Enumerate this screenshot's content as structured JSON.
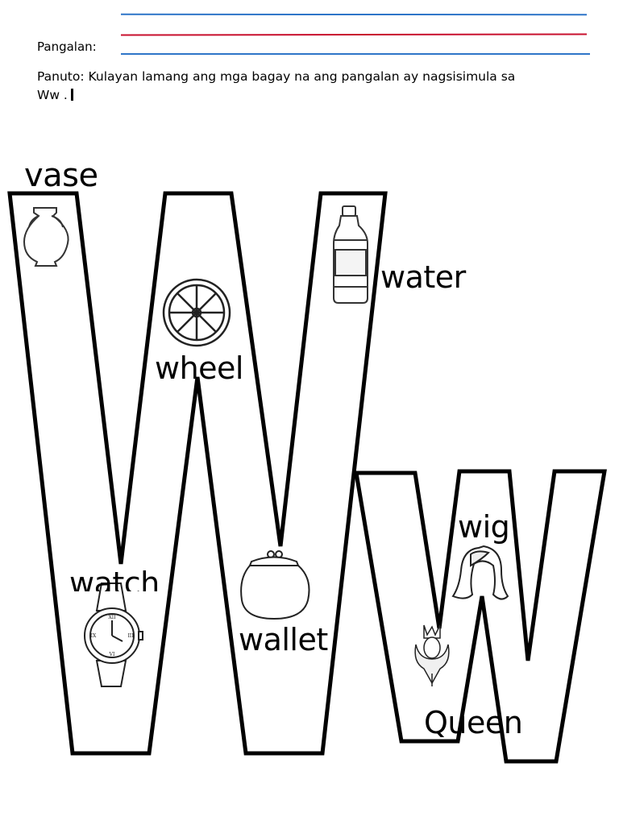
{
  "header": {
    "name_label": "Pangalan:",
    "instruction_line1": "Panuto: Kulayan lamang ang mga bagay na ang pangalan ay nagsisimula sa",
    "instruction_line2": "Ww ."
  },
  "rule_colors": {
    "blue": "#2e75c8",
    "red": "#c8102e"
  },
  "items": {
    "vase": "vase",
    "water": "water",
    "wheel": "wheel",
    "watch": "watch",
    "wallet": "wallet",
    "wig": "wig",
    "queen": "Queen"
  },
  "icons": [
    "vase-icon",
    "water-bottle-icon",
    "wheel-icon",
    "watch-icon",
    "wallet-icon",
    "wig-icon",
    "queen-icon"
  ]
}
